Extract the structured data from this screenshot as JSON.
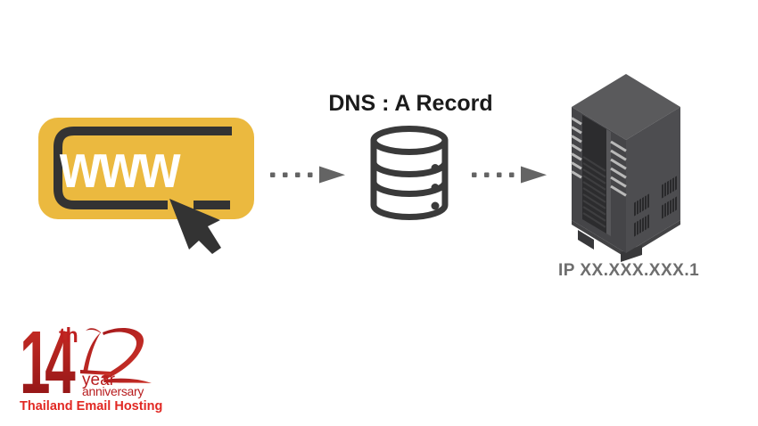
{
  "diagram": {
    "www_node": {
      "label": "www"
    },
    "dns_node": {
      "title": "DNS : A Record"
    },
    "server_node": {
      "ip_label": "IP XX.XXX.XXX.1"
    },
    "arrows": [
      {
        "from": "www_node",
        "to": "dns_node",
        "style": "dotted"
      },
      {
        "from": "dns_node",
        "to": "server_node",
        "style": "dotted"
      }
    ]
  },
  "logo": {
    "number": "14",
    "ordinal_suffix": "th",
    "line1": "year",
    "line2": "anniversary",
    "tagline": "Thailand Email Hosting"
  },
  "icons": {
    "browser_button": "www-button-icon",
    "cursor": "mouse-cursor-icon",
    "dns": "database-icon",
    "server": "server-tower-icon",
    "connector": "dotted-arrow-icon"
  },
  "colors": {
    "background": "#FFFFFF",
    "button_yellow": "#EBB93F",
    "dark_outline": "#333333",
    "icon_dark": "#3A3A3A",
    "arrow_gray": "#646464",
    "title_black": "#1B1B1B",
    "ip_gray": "#6E6E6E",
    "server_top": "#5A5A5C",
    "server_left": "#454548",
    "server_right": "#4D4D50",
    "server_stripe": "#B9B9B9",
    "logo_red_bright": "#CE2F26",
    "logo_red_dark": "#8A1215",
    "tagline_red": "#E12823"
  }
}
